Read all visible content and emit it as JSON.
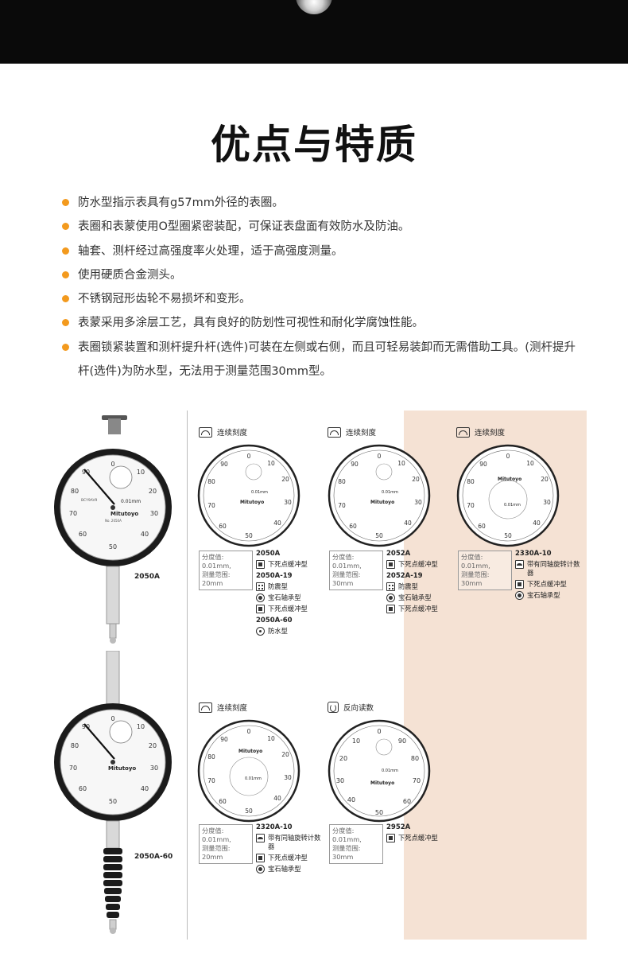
{
  "title": "优点与特质",
  "features": [
    "防水型指示表具有g57mm外径的表圈。",
    "表圈和表蒙使用O型圈紧密装配，可保证表盘面有效防水及防油。",
    "轴套、测杆经过高强度率火处理，适于高强度测量。",
    "使用硬质合金测头。",
    "不锈钢冠形齿轮不易损坏和变形。",
    "表蒙采用多涂层工艺，具有良好的防划性可视性和耐化学腐蚀性能。",
    "表圈锁紧装置和测杆提升杆(选件)可装在左侧或右侧，而且可轻易装卸而无需借助工具。(测杆提升杆(选件)为防水型，无法用于测量范围30mm型。"
  ],
  "left_models": [
    "2050A",
    "2050A-60"
  ],
  "dial_brand": "Mitutoyo",
  "dial_resolution": "0.01mm",
  "dial_small": {
    "serial": "BCY9AV9",
    "no": "No. 2050A"
  },
  "cells": [
    {
      "heading": "连续刻度",
      "spec": [
        "分度值: 0.01mm,",
        "测量范围: 20mm"
      ],
      "groups": [
        {
          "model": "2050A",
          "features": [
            {
              "icon": "drop-point",
              "label": "下死点缓冲型"
            }
          ]
        },
        {
          "model": "2050A-19",
          "features": [
            {
              "icon": "shock",
              "label": "防震型"
            },
            {
              "icon": "jewel",
              "label": "宝石轴承型"
            },
            {
              "icon": "drop-point",
              "label": "下死点缓冲型"
            }
          ]
        },
        {
          "model": "2050A-60",
          "features": [
            {
              "icon": "water",
              "label": "防水型"
            }
          ]
        }
      ]
    },
    {
      "heading": "连续刻度",
      "spec": [
        "分度值: 0.01mm,",
        "测量范围: 30mm"
      ],
      "groups": [
        {
          "model": "2052A",
          "features": [
            {
              "icon": "drop-point",
              "label": "下死点缓冲型"
            }
          ]
        },
        {
          "model": "2052A-19",
          "features": [
            {
              "icon": "shock",
              "label": "防震型"
            },
            {
              "icon": "jewel",
              "label": "宝石轴承型"
            },
            {
              "icon": "drop-point",
              "label": "下死点缓冲型"
            }
          ]
        }
      ]
    },
    {
      "heading": "连续刻度",
      "spec": [
        "分度值: 0.01mm,",
        "测量范围: 30mm"
      ],
      "groups": [
        {
          "model": "2330A-10",
          "features": [
            {
              "icon": "counter",
              "label": "带有同轴旋转计数器"
            },
            {
              "icon": "drop-point",
              "label": "下死点缓冲型"
            },
            {
              "icon": "jewel",
              "label": "宝石轴承型"
            }
          ]
        }
      ]
    },
    {
      "heading": "连续刻度",
      "spec": [
        "分度值: 0.01mm,",
        "测量范围: 20mm"
      ],
      "groups": [
        {
          "model": "2320A-10",
          "features": [
            {
              "icon": "counter",
              "label": "带有同轴旋转计数器"
            },
            {
              "icon": "drop-point",
              "label": "下死点缓冲型"
            },
            {
              "icon": "jewel",
              "label": "宝石轴承型"
            }
          ]
        }
      ]
    },
    {
      "heading": "反向读数",
      "spec": [
        "分度值: 0.01mm,",
        "测量范围: 30mm"
      ],
      "groups": [
        {
          "model": "2952A",
          "features": [
            {
              "icon": "drop-point",
              "label": "下死点缓冲型"
            }
          ]
        }
      ]
    }
  ],
  "colors": {
    "bullet": "#f39a1e",
    "peach_panel": "#f5e2d4",
    "top_band": "#0a0a0a"
  }
}
